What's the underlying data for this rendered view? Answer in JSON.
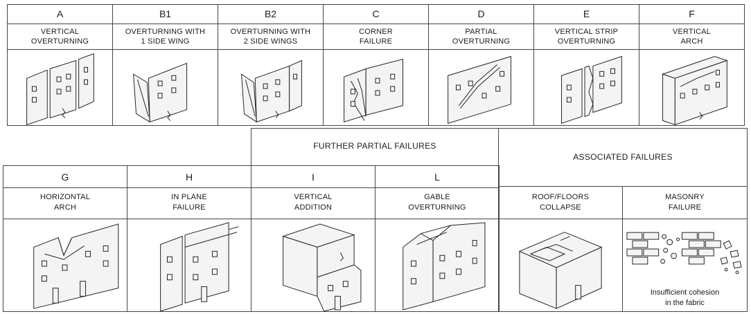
{
  "top_row": [
    {
      "letter": "A",
      "line1": "VERTICAL",
      "line2": "OVERTURNING"
    },
    {
      "letter": "B1",
      "line1": "OVERTURNING WITH",
      "line2": "1 SIDE WING"
    },
    {
      "letter": "B2",
      "line1": "OVERTURNING WITH",
      "line2": "2 SIDE WINGS"
    },
    {
      "letter": "C",
      "line1": "CORNER",
      "line2": "FAILURE"
    },
    {
      "letter": "D",
      "line1": "PARTIAL",
      "line2": "OVERTURNING"
    },
    {
      "letter": "E",
      "line1": "VERTICAL STRIP",
      "line2": "OVERTURNING"
    },
    {
      "letter": "F",
      "line1": "VERTICAL",
      "line2": "ARCH"
    }
  ],
  "groups": {
    "further": "FURTHER PARTIAL FAILURES",
    "associated": "ASSOCIATED FAILURES"
  },
  "bottom_row": [
    {
      "letter": "G",
      "line1": "HORIZONTAL",
      "line2": "ARCH"
    },
    {
      "letter": "H",
      "line1": "IN PLANE",
      "line2": "FAILURE"
    },
    {
      "letter": "I",
      "line1": "VERTICAL",
      "line2": "ADDITION"
    },
    {
      "letter": "L",
      "line1": "GABLE",
      "line2": "OVERTURNING"
    },
    {
      "letter": "",
      "line1": "ROOF/FLOORS",
      "line2": "COLLAPSE"
    },
    {
      "letter": "",
      "line1": "MASONRY",
      "line2": "FAILURE"
    }
  ],
  "masonry_caption": {
    "line1": "Insufficient cohesion",
    "line2": "in the fabric"
  }
}
